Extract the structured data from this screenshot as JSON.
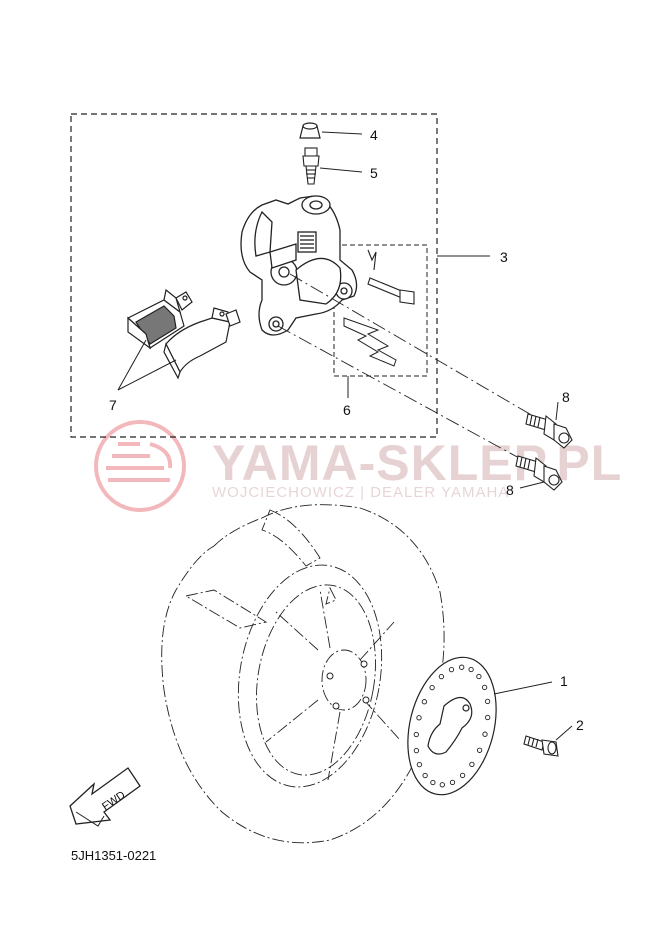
{
  "callouts": {
    "c1": "1",
    "c2": "2",
    "c3": "3",
    "c4": "4",
    "c5": "5",
    "c6": "6",
    "c7": "7",
    "c8a": "8",
    "c8b": "8"
  },
  "watermark": {
    "title": "YAMA-SKLEP.PL",
    "subtitle": "WOJCIECHOWICZ | DEALER YAMAHA",
    "colors": {
      "logo": "#f2b8bb",
      "text": "#e7d2d3"
    }
  },
  "direction_label": "FWD",
  "diagram_code": "5JH1351-0221",
  "colors": {
    "line": "#222222",
    "pad": "#777777"
  }
}
